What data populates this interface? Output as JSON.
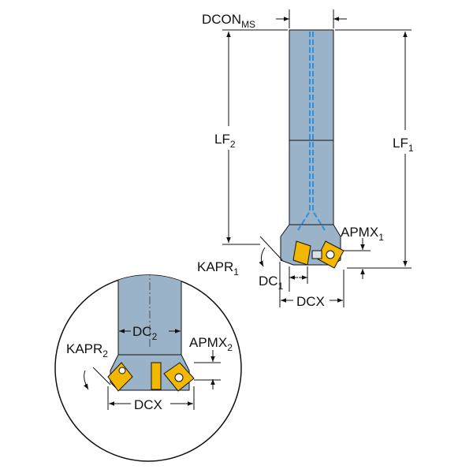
{
  "colors": {
    "tool_body": "#9bb3c8",
    "tool_body_dark": "#7f99b0",
    "coolant": "#2f8fd8",
    "insert_yellow": "#f2b800",
    "insert_dark": "#7a6000",
    "line": "#111111",
    "background": "#ffffff"
  },
  "labels": {
    "dconms": {
      "main": "DCON",
      "sub": "MS"
    },
    "lf2": {
      "main": "LF",
      "sub": "2"
    },
    "lf1": {
      "main": "LF",
      "sub": "1"
    },
    "apmx1": {
      "main": "APMX",
      "sub": "1"
    },
    "kapr1": {
      "main": "KAPR",
      "sub": "1"
    },
    "dc1": {
      "main": "DC",
      "sub": "1"
    },
    "dcx_main": {
      "main": "DCX"
    },
    "dc2": {
      "main": "DC",
      "sub": "2"
    },
    "apmx2": {
      "main": "APMX",
      "sub": "2"
    },
    "kapr2": {
      "main": "KAPR",
      "sub": "2"
    },
    "dcx_detail": {
      "main": "DCX"
    }
  }
}
